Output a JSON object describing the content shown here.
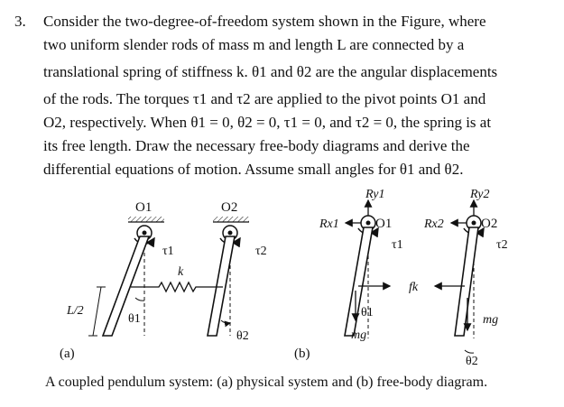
{
  "problem": {
    "number": "3.",
    "lines": [
      "Consider the two-degree-of-freedom system shown in the Figure, where",
      "two uniform slender rods of mass m and length L are connected by a",
      "translational spring of stiffness k. θ1 and θ2 are the angular displacements",
      "of the rods. The torques τ1 and τ2 are applied to the pivot points O1 and",
      "O2, respectively. When θ1 = 0, θ2 = 0, τ1 = 0, and τ2 = 0, the spring is at",
      "its free length. Draw the necessary free-body diagrams and derive the",
      "differential equations of motion. Assume small angles for θ1 and θ2."
    ]
  },
  "figure": {
    "labels": {
      "O1": "O1",
      "O2": "O2",
      "tau1": "τ1",
      "tau2": "τ2",
      "k": "k",
      "half_length": "L/2",
      "theta1": "θ1",
      "theta2": "θ2",
      "Ry1": "Ry1",
      "Ry2": "Ry2",
      "Rx1": "Rx1",
      "Rx2": "Rx2",
      "fk": "fk",
      "mg": "mg"
    },
    "sub_a": "(a)",
    "sub_b": "(b)",
    "caption": "A coupled pendulum system: (a) physical system and (b) free-body diagram."
  }
}
